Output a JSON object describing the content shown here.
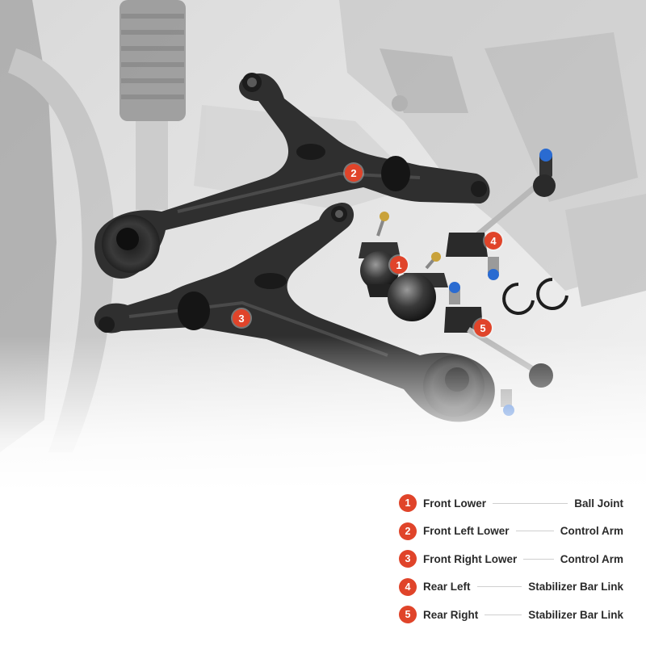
{
  "callouts": [
    "1",
    "2",
    "3",
    "4",
    "5"
  ],
  "legend": [
    {
      "number": "1",
      "left": "Front Lower",
      "right": "Ball Joint"
    },
    {
      "number": "2",
      "left": "Front Left Lower",
      "right": "Control Arm"
    },
    {
      "number": "3",
      "left": "Front Right Lower",
      "right": "Control Arm"
    },
    {
      "number": "4",
      "left": "Rear Left",
      "right": "Stabilizer Bar Link"
    },
    {
      "number": "5",
      "left": "Rear Right",
      "right": "Stabilizer Bar Link"
    }
  ],
  "colors": {
    "accent": "#e0442a",
    "part": "#2b2b2b",
    "background": "#ffffff"
  }
}
